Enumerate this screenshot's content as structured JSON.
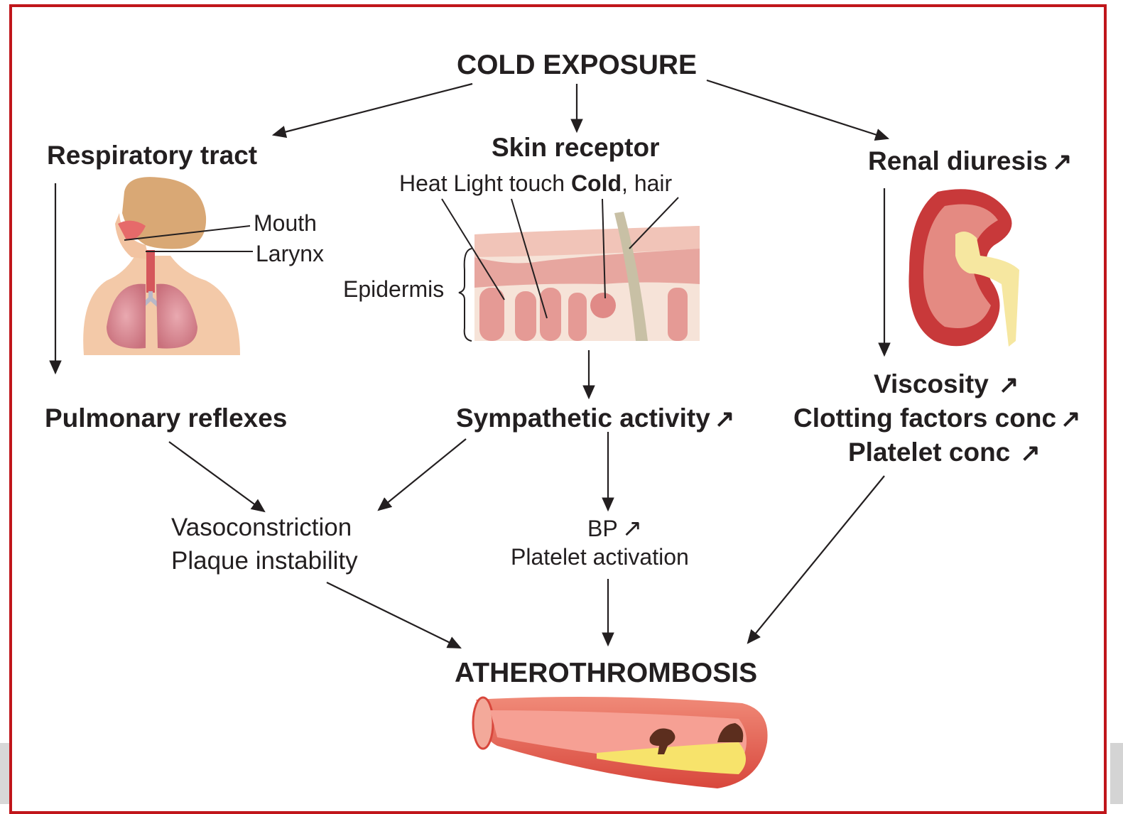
{
  "top": "COLD EXPOSURE",
  "left": {
    "title": "Respiratory tract",
    "labels": {
      "mouth": "Mouth",
      "larynx": "Larynx"
    },
    "result": "Pulmonary reflexes"
  },
  "center": {
    "title": "Skin receptor",
    "receptors": {
      "heat": "Heat",
      "light_touch": "Light touch",
      "cold": "Cold",
      "hair": ", hair"
    },
    "epidermis": "Epidermis",
    "result": "Sympathetic activity",
    "bp": "BP",
    "platelet_activation": "Platelet activation"
  },
  "right": {
    "title": "Renal diuresis",
    "viscosity": "Viscosity",
    "clotting": "Clotting factors conc",
    "platelet": "Platelet conc"
  },
  "middle_left": {
    "vasoconstriction": "Vasoconstriction",
    "plaque": "Plaque instability"
  },
  "bottom": "ATHEROTHROMBOSIS",
  "increase_symbol": "↗",
  "colors": {
    "frame": "#c0161b",
    "text": "#231f20",
    "skin": "#f0c8c0",
    "kidney": "#c8393a",
    "artery": "#e46b5c",
    "plaque": "#f7e36b"
  }
}
